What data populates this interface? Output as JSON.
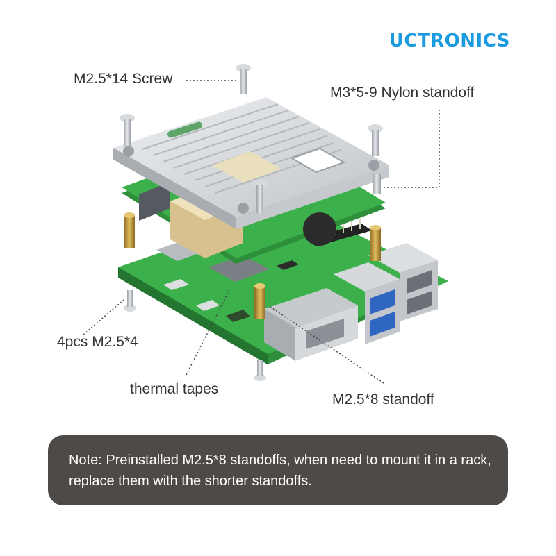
{
  "brand": {
    "logo_text": "UCTRONICS",
    "color": "#1a9be0"
  },
  "labels": {
    "screw": "M2.5*14 Screw",
    "nylon_standoff": "M3*5-9 Nylon standoff",
    "small_screws": "4pcs M2.5*4",
    "thermal_tapes": "thermal tapes",
    "m25_standoff": "M2.5*8 standoff"
  },
  "note": {
    "text": "Note: Preinstalled M2.5*8 standoffs, when need to mount it in a rack, replace them with the shorter standoffs."
  },
  "colors": {
    "pcb": "#3cb04a",
    "aluminum": "#d9dcdf",
    "brass": "#c9a34a",
    "note_bg": "#4d4a47",
    "usb_blue": "#2f66c2"
  }
}
